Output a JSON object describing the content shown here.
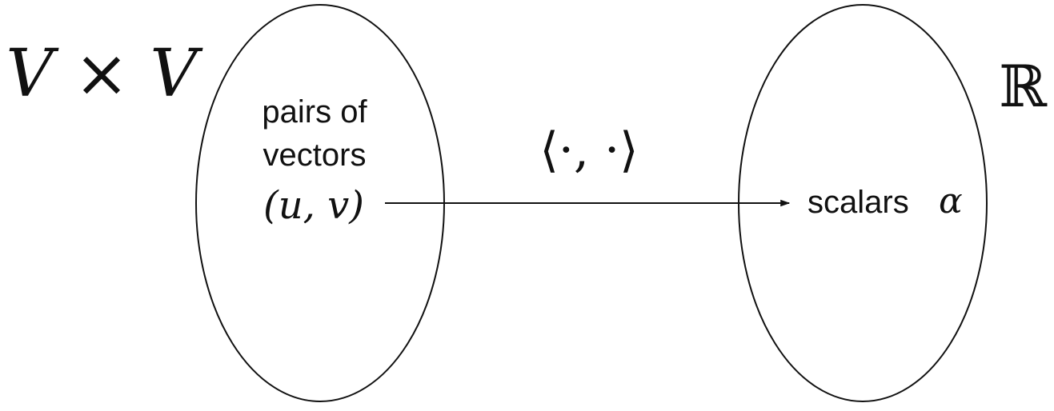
{
  "domain_set_label": "V × V",
  "codomain_set_label": "ℝ",
  "domain": {
    "caption_line1": "pairs of",
    "caption_line2": "vectors",
    "element": "(u, v)"
  },
  "codomain": {
    "caption": "scalars",
    "element": "α"
  },
  "map_label": "⟨·, ·⟩",
  "colors": {
    "stroke": "#111111",
    "background": "#ffffff"
  }
}
